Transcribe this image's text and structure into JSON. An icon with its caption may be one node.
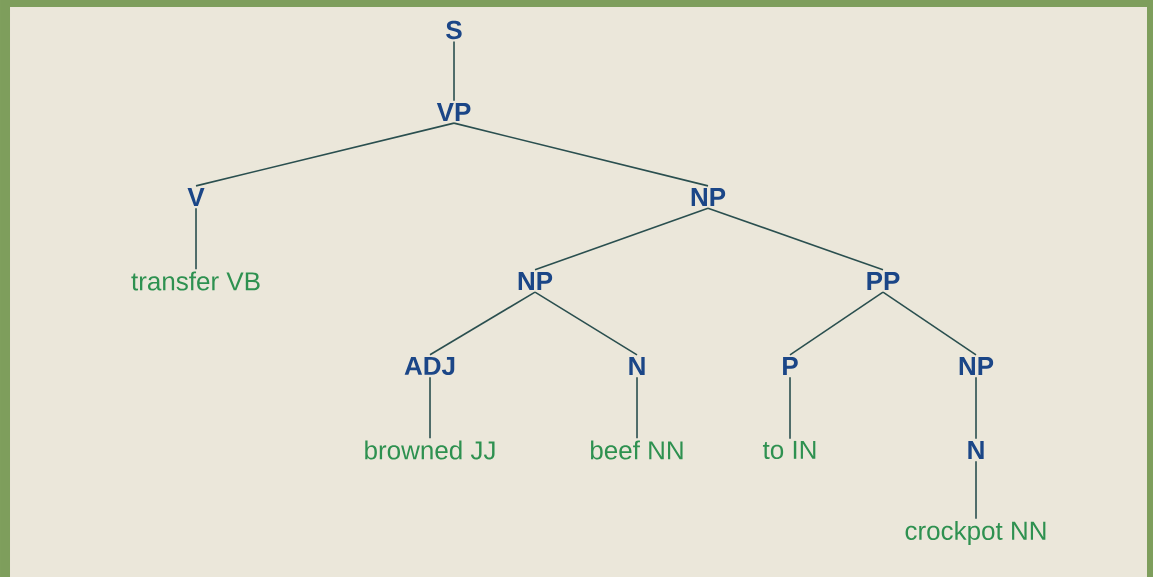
{
  "diagram": {
    "nodes": [
      {
        "text": [
          "S"
        ]
      },
      {
        "text": [
          "VP"
        ]
      },
      {
        "text": [
          "V"
        ]
      },
      {
        "text": [
          "NP"
        ]
      },
      {
        "text": [
          "transfer VB"
        ]
      },
      {
        "text": [
          "NP"
        ]
      },
      {
        "text": [
          "PP"
        ]
      },
      {
        "text": [
          "ADJ"
        ]
      },
      {
        "text": [
          "N"
        ]
      },
      {
        "text": [
          "P"
        ]
      },
      {
        "text": [
          "NP"
        ]
      },
      {
        "text": [
          "browned JJ"
        ]
      },
      {
        "text": [
          "beef NN"
        ]
      },
      {
        "text": [
          "to IN"
        ]
      },
      {
        "text": [
          "N"
        ]
      },
      {
        "text": [
          "crockpot NN"
        ]
      }
    ],
    "edges": [
      {
        "from": 0,
        "to": 1,
        "arrow": "none"
      },
      {
        "from": 1,
        "to": 2,
        "arrow": "none"
      },
      {
        "from": 1,
        "to": 3,
        "arrow": "none"
      },
      {
        "from": 2,
        "to": 4,
        "arrow": "none"
      },
      {
        "from": 3,
        "to": 5,
        "arrow": "none"
      },
      {
        "from": 3,
        "to": 6,
        "arrow": "none"
      },
      {
        "from": 5,
        "to": 7,
        "arrow": "none"
      },
      {
        "from": 5,
        "to": 8,
        "arrow": "none"
      },
      {
        "from": 6,
        "to": 9,
        "arrow": "none"
      },
      {
        "from": 6,
        "to": 10,
        "arrow": "none"
      },
      {
        "from": 7,
        "to": 11,
        "arrow": "none"
      },
      {
        "from": 8,
        "to": 12,
        "arrow": "none"
      },
      {
        "from": 9,
        "to": 13,
        "arrow": "none"
      },
      {
        "from": 10,
        "to": 14,
        "arrow": "none"
      },
      {
        "from": 14,
        "to": 15,
        "arrow": "none"
      }
    ]
  }
}
